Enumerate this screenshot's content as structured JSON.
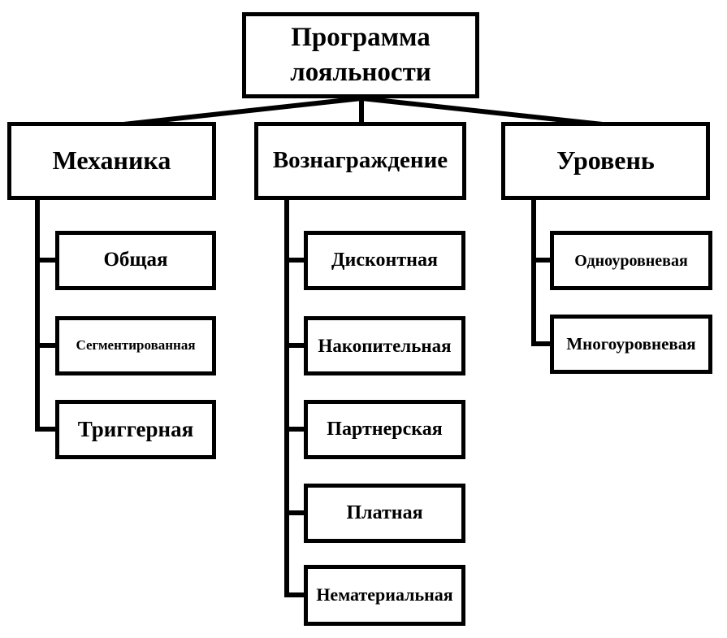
{
  "diagram": {
    "title": "Программа лояльности",
    "root": {
      "label": "Программа лояльности"
    },
    "branches": [
      {
        "label": "Механика",
        "children": [
          "Общая",
          "Сегментированная",
          "Триггерная"
        ]
      },
      {
        "label": "Вознаграждение",
        "children": [
          "Дисконтная",
          "Накопительная",
          "Партнерская",
          "Платная",
          "Нематериальная"
        ]
      },
      {
        "label": "Уровень",
        "children": [
          "Одноуровневая",
          "Многоуровневая"
        ]
      }
    ],
    "colors": {
      "background": "#ffffff",
      "box_fill": "#ffffff",
      "box_border": "#000000",
      "line": "#000000",
      "text": "#000000"
    }
  }
}
